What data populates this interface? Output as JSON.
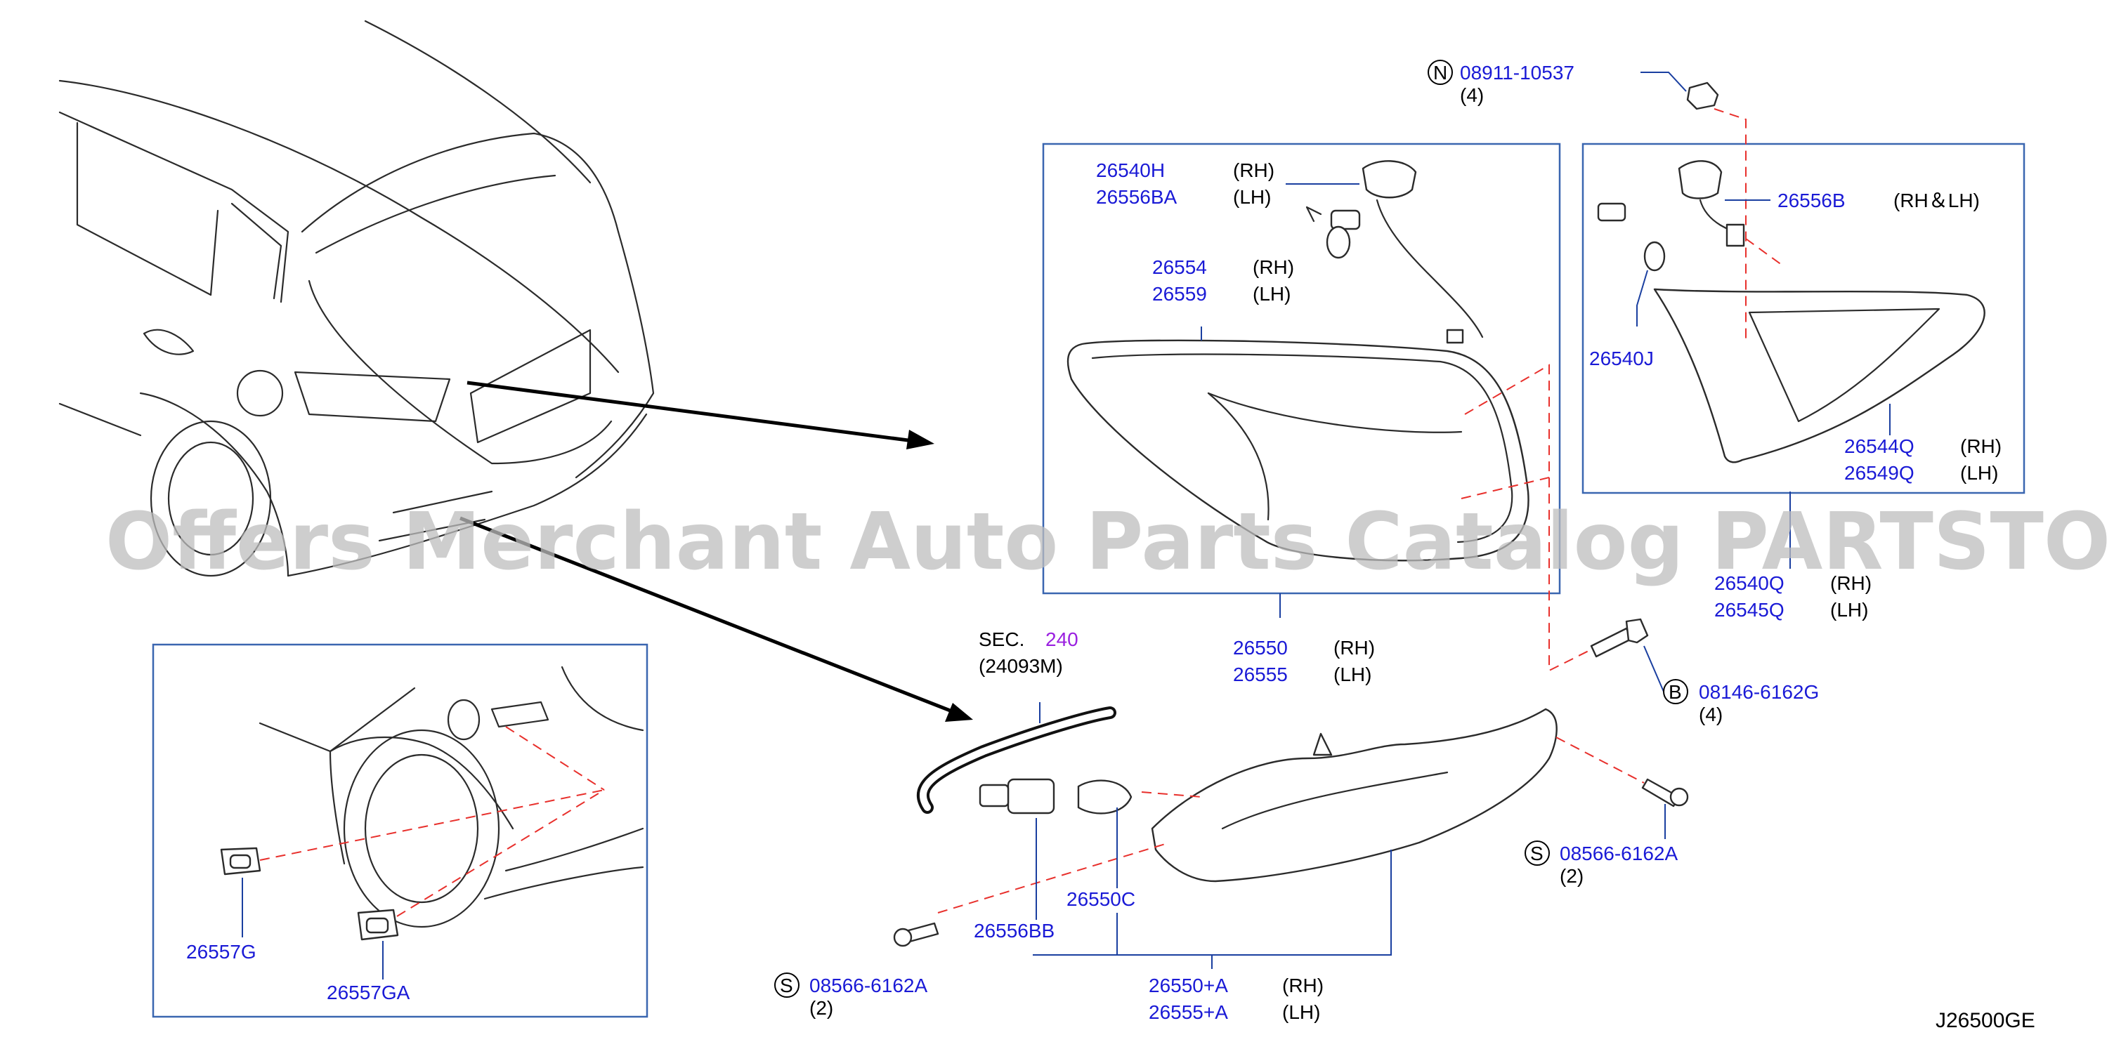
{
  "watermark": "Offers Merchant Auto Parts Catalog PARTSTORE.SA",
  "diagram_code": "J26500GE",
  "labels": {
    "n_marker": "N",
    "n_part": "08911-10537",
    "n_qty": "(4)",
    "p26540H": "26540H",
    "p26540H_side": "(RH)",
    "p26556BA": "26556BA",
    "p26556BA_side": "(LH)",
    "p26554": "26554",
    "p26554_side": "(RH)",
    "p26559": "26559",
    "p26559_side": "(LH)",
    "p26556B": "26556B",
    "p26556B_side": "(RH＆LH)",
    "p26540J": "26540J",
    "p26544Q": "26544Q",
    "p26544Q_side": "(RH)",
    "p26549Q": "26549Q",
    "p26549Q_side": "(LH)",
    "p26540Q": "26540Q",
    "p26540Q_side": "(RH)",
    "p26545Q": "26545Q",
    "p26545Q_side": "(LH)",
    "p26550": "26550",
    "p26550_side": "(RH)",
    "p26555": "26555",
    "p26555_side": "(LH)",
    "b_marker": "B",
    "b_part": "08146-6162G",
    "b_qty": "(4)",
    "sec_label": "SEC.",
    "sec_num": "240",
    "sec_ref": "(24093M)",
    "s1_marker": "S",
    "s1_part": "08566-6162A",
    "s1_qty": "(2)",
    "s2_marker": "S",
    "s2_part": "08566-6162A",
    "s2_qty": "(2)",
    "p26550C": "26550C",
    "p26556BB": "26556BB",
    "p26550A": "26550+A",
    "p26550A_side": "(RH)",
    "p26555A": "26555+A",
    "p26555A_side": "(LH)",
    "p26557G": "26557G",
    "p26557GA": "26557GA"
  },
  "colors": {
    "part_number": "#1a1ad6",
    "section_link": "#9a20e0",
    "callout_box": "#3a66b0",
    "dashed_leader": "#e8302c"
  }
}
